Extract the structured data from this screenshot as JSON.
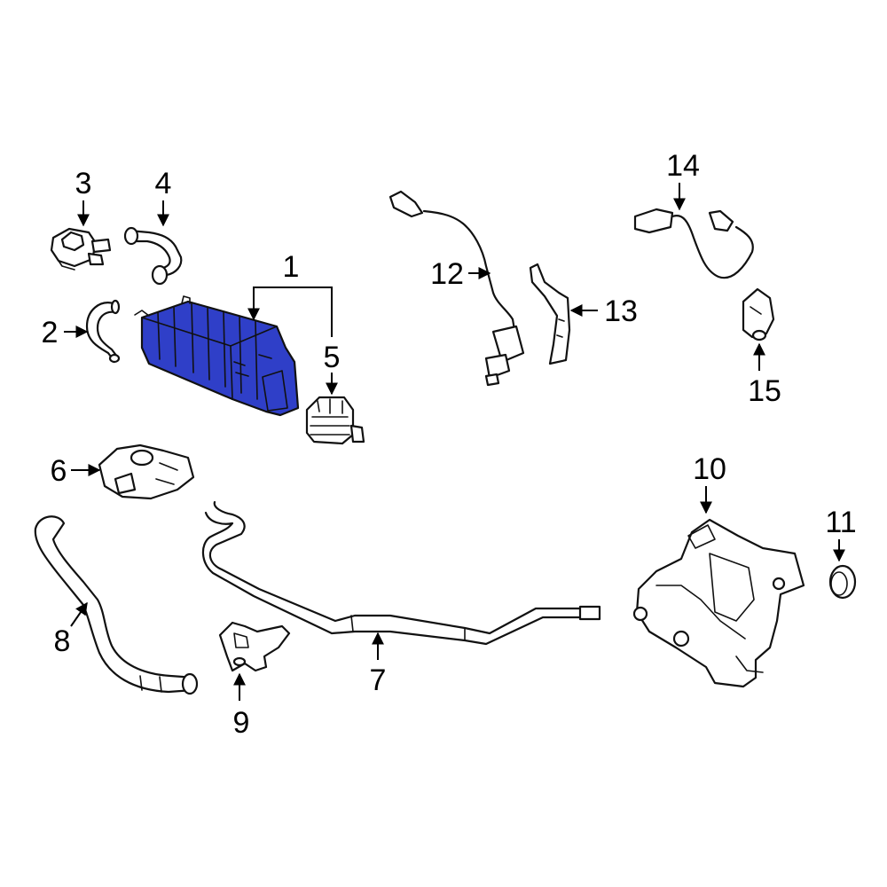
{
  "diagram": {
    "highlight_color": "#2f3fc8",
    "highlighted_part": "1",
    "callouts": [
      {
        "id": "c1",
        "text": "1"
      },
      {
        "id": "c2",
        "text": "2"
      },
      {
        "id": "c3",
        "text": "3"
      },
      {
        "id": "c4",
        "text": "4"
      },
      {
        "id": "c5",
        "text": "5"
      },
      {
        "id": "c6",
        "text": "6"
      },
      {
        "id": "c7",
        "text": "7"
      },
      {
        "id": "c8",
        "text": "8"
      },
      {
        "id": "c9",
        "text": "9"
      },
      {
        "id": "c10",
        "text": "10"
      },
      {
        "id": "c11",
        "text": "11"
      },
      {
        "id": "c12",
        "text": "12"
      },
      {
        "id": "c13",
        "text": "13"
      },
      {
        "id": "c14",
        "text": "14"
      },
      {
        "id": "c15",
        "text": "15"
      }
    ]
  }
}
